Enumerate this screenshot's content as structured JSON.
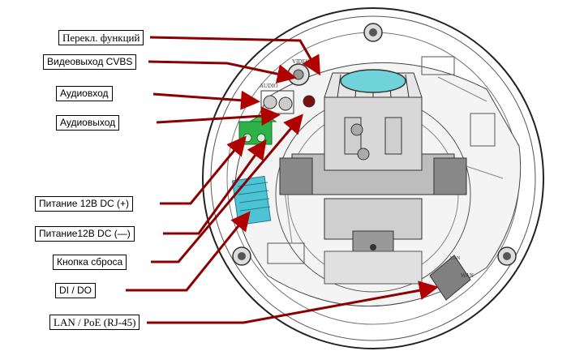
{
  "labels": {
    "function_switch": "Перекл. функций",
    "cvbs_output": "Видеовыход CVBS",
    "audio_in": "Аудиовход",
    "audio_out": "Аудиовыход",
    "power_plus": "Питание 12В DC (+)",
    "power_minus": "Питание12В DC (—)",
    "reset_button": "Кнопка сброса",
    "dido": "DI / DO",
    "lan_poe": "LAN / PoE (RJ-45)"
  },
  "board_marks": {
    "video": "VIDEO",
    "audio": "AUDIO",
    "wan": "WAN",
    "lan": "LAN"
  },
  "colors": {
    "callout_line": "#8b0000",
    "callout_arrow": "#b00000",
    "lens": "#6fd3d9",
    "terminal_block": "#2db34a",
    "dido_block": "#4fc3d6",
    "lan_port": "#808080"
  }
}
